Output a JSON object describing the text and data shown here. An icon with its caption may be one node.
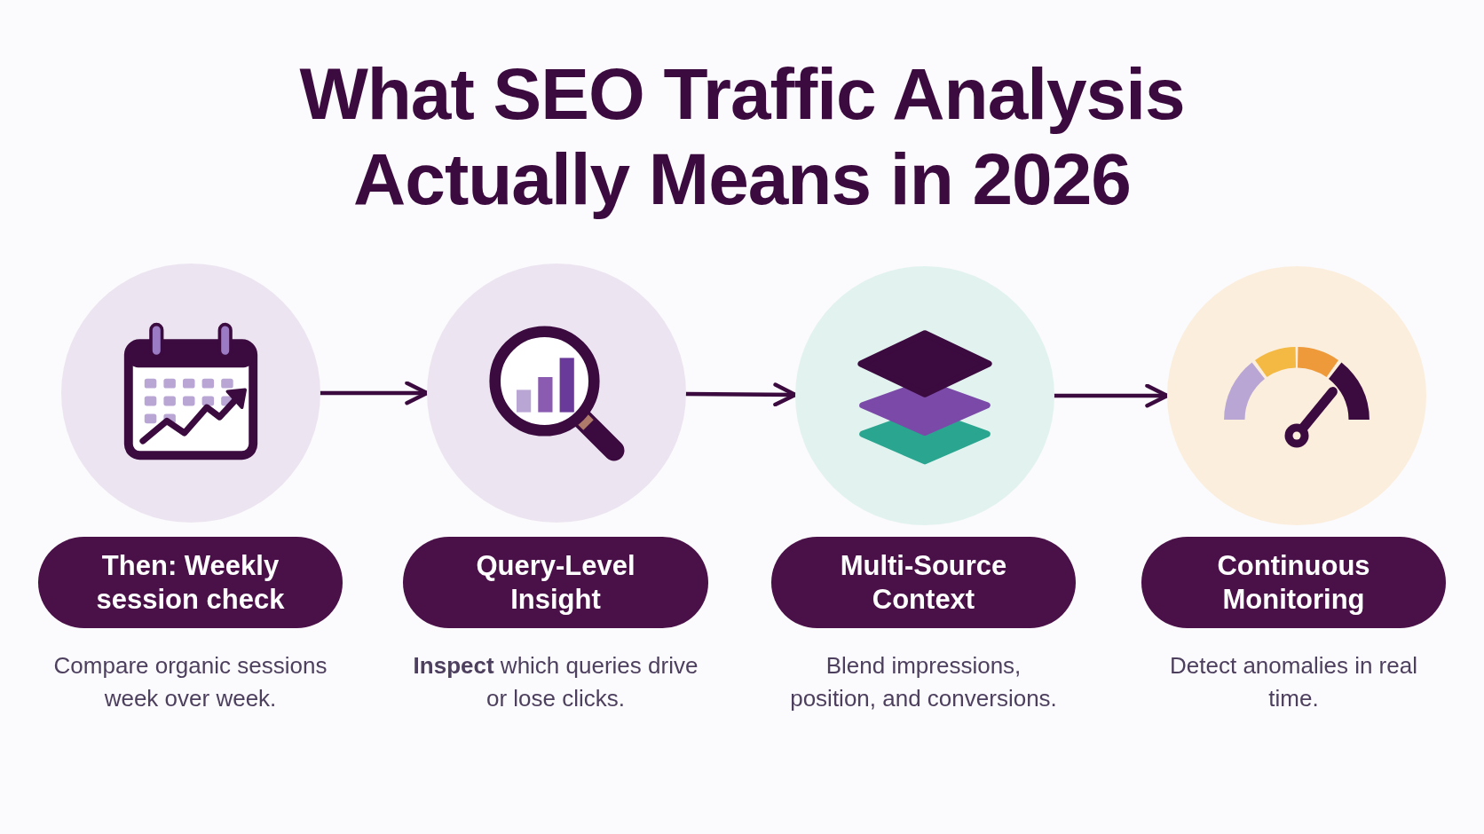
{
  "diagram": {
    "title": "What SEO Traffic Analysis Actually Means in 2026",
    "nodes": [
      {
        "text": [],
        "shape": "circle"
      },
      {
        "text": [],
        "shape": "circle"
      },
      {
        "text": [],
        "shape": "circle"
      },
      {
        "text": [],
        "shape": "circle"
      },
      {
        "text": [
          "Then: Weekly session check"
        ],
        "beside": [
          "Compare organic sessions week over week."
        ]
      },
      {
        "text": [
          "Query-Level Insight"
        ],
        "beside": [
          "**Inspect** which queries drive or lose clicks."
        ]
      },
      {
        "text": [
          "Multi-Source Context"
        ],
        "beside": [
          "Blend impressions, position, and conversions."
        ]
      },
      {
        "text": [
          "Continuous Monitoring"
        ],
        "beside": [
          "Detect anomalies in real time."
        ]
      }
    ],
    "edges": [
      {
        "from": 0,
        "to": 1,
        "arrow": "to"
      },
      {
        "from": 1,
        "to": 2,
        "arrow": "to"
      },
      {
        "from": 2,
        "to": 3,
        "arrow": "to"
      }
    ]
  }
}
